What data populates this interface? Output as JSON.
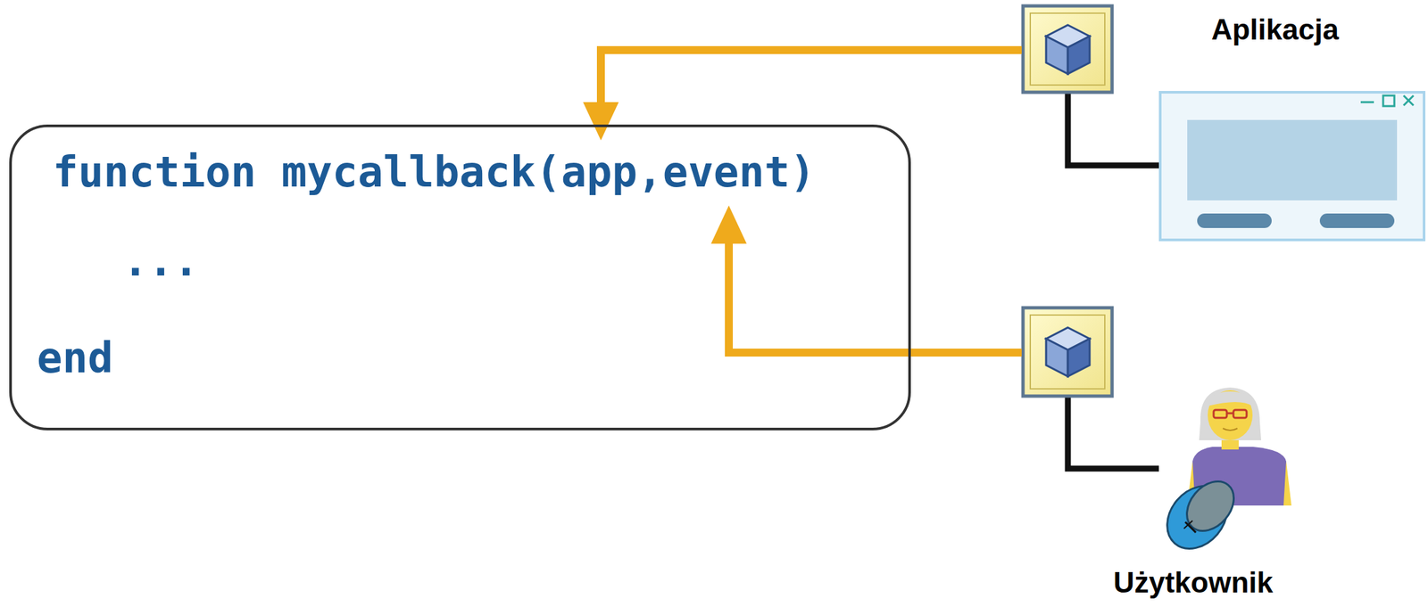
{
  "diagram": {
    "nodes": [
      {
        "text": [
          "function mycallback(app,event)",
          "...",
          "end"
        ]
      },
      {
        "text": [
          "Aplikacja"
        ]
      },
      {
        "text": [
          "Użytkownik"
        ]
      }
    ],
    "edges": [
      {
        "from": 1,
        "to": 0,
        "arrow": "to"
      },
      {
        "from": 2,
        "to": 0,
        "arrow": "to"
      }
    ]
  }
}
